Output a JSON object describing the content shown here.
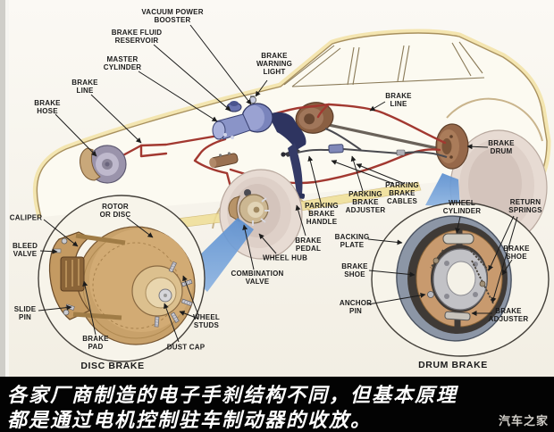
{
  "diagram": {
    "labels": {
      "vacuum_power_booster": "VACUUM POWER\nBOOSTER",
      "brake_fluid_reservoir": "BRAKE FLUID\nRESERVOIR",
      "master_cylinder": "MASTER\nCYLINDER",
      "brake_line_front": "BRAKE\nLINE",
      "brake_hose": "BRAKE\nHOSE",
      "brake_warning_light": "BRAKE\nWARNING\nLIGHT",
      "brake_line_rear": "BRAKE\nLINE",
      "brake_drum": "BRAKE\nDRUM",
      "parking_brake_cables": "PARKING\nBRAKE\nCABLES",
      "parking_brake_adjuster": "PARKING\nBRAKE\nADJUSTER",
      "parking_brake_handle": "PARKING\nBRAKE\nHANDLE",
      "brake_pedal": "BRAKE\nPEDAL",
      "wheel_hub": "WHEEL HUB",
      "combination_valve": "COMBINATION\nVALVE",
      "rotor_or_disc": "ROTOR\nOR DISC",
      "caliper": "CALIPER",
      "bleed_valve": "BLEED\nVALVE",
      "slide_pin": "SLIDE\nPIN",
      "brake_pad": "BRAKE\nPAD",
      "dust_cap": "DUST CAP",
      "wheel_studs": "WHEEL\nSTUDS",
      "wheel_cylinder": "WHEEL\nCYLINDER",
      "return_springs": "RETURN\nSPRINGS",
      "brake_shoe_upper": "BRAKE\nSHOE",
      "backing_plate": "BACKING\nPLATE",
      "brake_shoe_lower": "BRAKE\nSHOE",
      "anchor_pin": "ANCHOR\nPIN",
      "brake_adjuster": "BRAKE\nADJUSTER"
    },
    "section_titles": {
      "disc": "DISC BRAKE",
      "drum": "DRUM BRAKE"
    },
    "colors": {
      "brake_line_red": "#a23830",
      "car_body_cream": "#f1e1a2",
      "component_blue": "#7a84bc",
      "callout_wedge_blue": "#679bd6",
      "caliper_tan": "#c49a62",
      "footer_bg": "#030303",
      "caption_text": "#ffffff",
      "label_text": "#1c1c1c"
    }
  },
  "footer": {
    "caption_line1": "各家厂商制造的电子手刹结构不同，但基本原理",
    "caption_line2": "都是通过电机控制驻车制动器的收放。",
    "watermark": "汽车之家"
  }
}
